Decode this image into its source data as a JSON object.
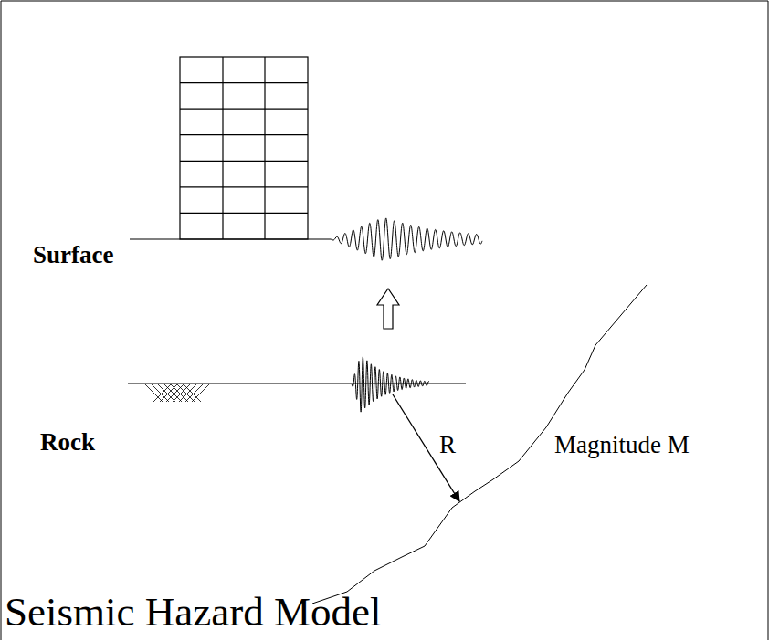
{
  "diagram": {
    "title": "Seismic Hazard Model",
    "labels": [
      "Surface",
      "Rock",
      "R",
      "Magnitude M"
    ]
  }
}
